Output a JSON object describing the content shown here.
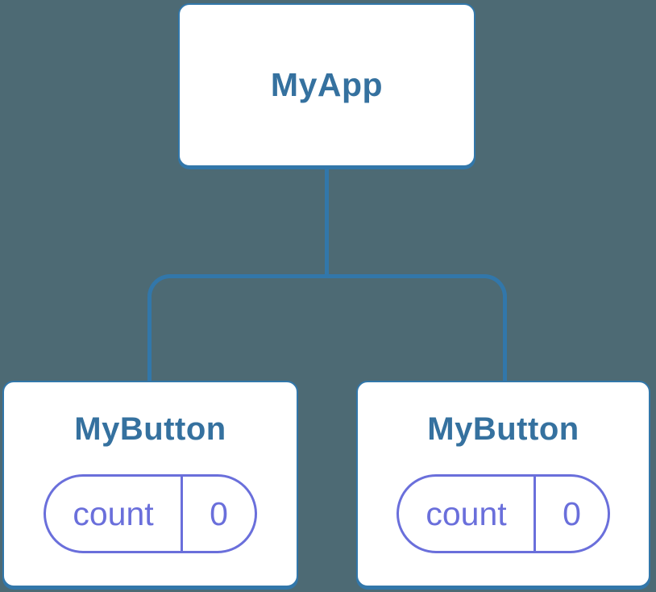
{
  "diagram": {
    "type": "component-tree",
    "parent": {
      "label": "MyApp"
    },
    "children": [
      {
        "label": "MyButton",
        "state": {
          "key": "count",
          "value": "0"
        }
      },
      {
        "label": "MyButton",
        "state": {
          "key": "count",
          "value": "0"
        }
      }
    ],
    "colors": {
      "background": "#4d6a74",
      "node_fill": "#ffffff",
      "node_border": "#3277aa",
      "label_text": "#35719f",
      "state_purple": "#6a6fdb"
    }
  }
}
